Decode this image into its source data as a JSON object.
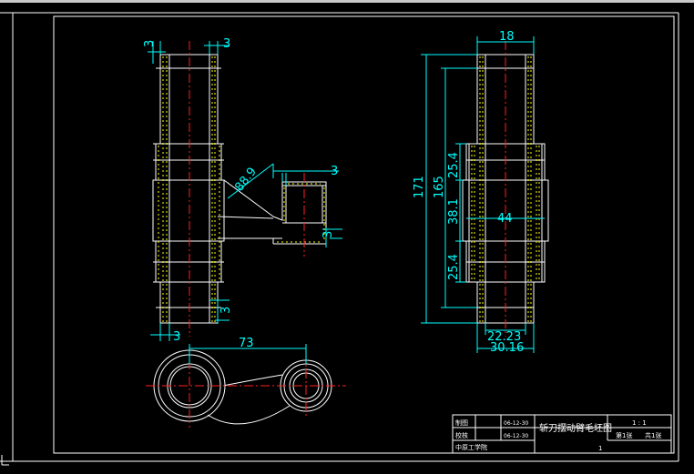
{
  "dimensions": {
    "left_wall_top": "3",
    "left_wall_top_right": "3",
    "left_angle": "88.9",
    "left_branch_wall": "3",
    "left_branch_side": "3",
    "left_bottom_side": "3",
    "left_bottom_wall": "3",
    "right_width_top": "18",
    "right_total_height": "171",
    "right_inner_height": "165",
    "right_upper": "25.4",
    "right_middle": "38.1",
    "right_middle_width": "44",
    "right_lower": "25.4",
    "right_bottom_inner": "22.23",
    "right_bottom_outer": "30.16",
    "bottom_spacing": "73"
  },
  "title_block": {
    "drawn_label": "制图",
    "checked_label": "校核",
    "drawn_date": "06-12-30",
    "checked_date": "06-12-30",
    "title": "斩刀摆动臂毛坯图",
    "scale": "1 : 1",
    "sheet": "第1张",
    "sheet_total": "共1张",
    "school": "中原工学院",
    "quantity": "1"
  },
  "colors": {
    "outline": "#ffffff",
    "dimension": "#00ffff",
    "centerline": "#ff2020",
    "hatch": "#ffff00",
    "background": "#000000"
  }
}
